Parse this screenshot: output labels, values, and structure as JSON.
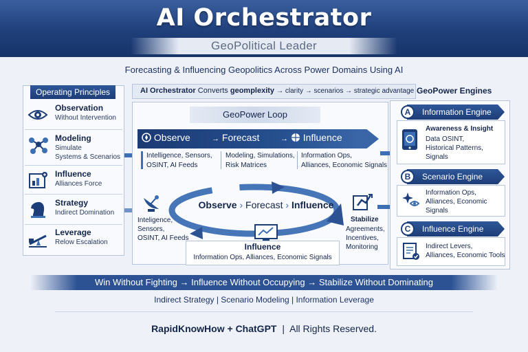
{
  "header": {
    "title": "AI Orchestrator",
    "subtitle": "GeoPolitical Leader",
    "tagline": "Forecasting & Influencing Geopolitics Across Power Domains Using AI"
  },
  "principles": {
    "heading": "Operating Principles",
    "items": [
      {
        "title": "Observation",
        "desc": "Without Intervention",
        "icon": "eye-icon"
      },
      {
        "title": "Modeling",
        "desc": "Simulate\nSystems & Scenarios",
        "desc1": "Simulate",
        "desc2": "Systems & Scenarios",
        "icon": "network-icon"
      },
      {
        "title": "Influence",
        "desc": "Alliances Force",
        "icon": "chart-board-icon"
      },
      {
        "title": "Strategy",
        "desc": "Indirect Domination",
        "icon": "chess-knight-icon"
      },
      {
        "title": "Leverage",
        "desc": "Relow Escalation",
        "icon": "lever-icon"
      }
    ]
  },
  "orchestrator": {
    "convert_prefix": "AI Orchestrator",
    "convert_middle": "Converts",
    "convert_word": "geomplexity",
    "convert_rest": "→ clarity → scenarios → strategic advantage",
    "engines_label": "GeoPower Engines"
  },
  "loop": {
    "title": "GeoPower Loop",
    "steps": [
      "Observe",
      "Forecast",
      "Influence"
    ],
    "details": [
      [
        "Intelligence, Sensors,",
        "OSINT, AI Feeds"
      ],
      [
        "Modeling, Simulations,",
        "Risk Matrices"
      ],
      [
        "Information Ops,",
        "Alliances, Economic Signals"
      ]
    ],
    "cycle": {
      "observe": "Observe",
      "forecast": "Forecast",
      "influence": "Influence",
      "left_note": [
        "Inteligence,",
        "Sensors,",
        "OSINT, AI Feeds"
      ],
      "bottom_title": "Influence",
      "bottom_note": "Information Ops, Alliances,  Economic Signals",
      "right_title": "Stabilize",
      "right_note": [
        "Agreements,",
        "Incentives,",
        "Monitoring"
      ]
    }
  },
  "engines": [
    {
      "letter": "A",
      "name": "Information Engine",
      "title": "Awareness & Insight",
      "lines": [
        "Data OSINT,",
        "Historical Patterns,",
        "Signals"
      ],
      "icon": "tablet-icon"
    },
    {
      "letter": "B",
      "name": "Scenario Engine",
      "title": "",
      "lines": [
        "Information Ops,",
        "Alliances, Economic",
        "Signals"
      ],
      "icon": "sparkle-eye-icon"
    },
    {
      "letter": "C",
      "name": "Influence Engine",
      "title": "",
      "lines": [
        "Indirect Levers,",
        "Alliances, Economic Tools"
      ],
      "icon": "document-icon"
    }
  ],
  "banner": "Win Without Fighting  →   Influence Without Occupying  →  Stabilize Without Dominating",
  "bottom_line": "Indirect Strategy  |  Scenario Modeling  |  Information Leverage",
  "footer": {
    "brand": "RapidKnowHow + ChatGPT",
    "sep": "|",
    "rights": "All Rights Reserved."
  },
  "colors": {
    "navy": "#1d3d78",
    "header": "#1f3f7a",
    "accent_blue": "#3c6fb3",
    "background": "#eef2f8"
  }
}
